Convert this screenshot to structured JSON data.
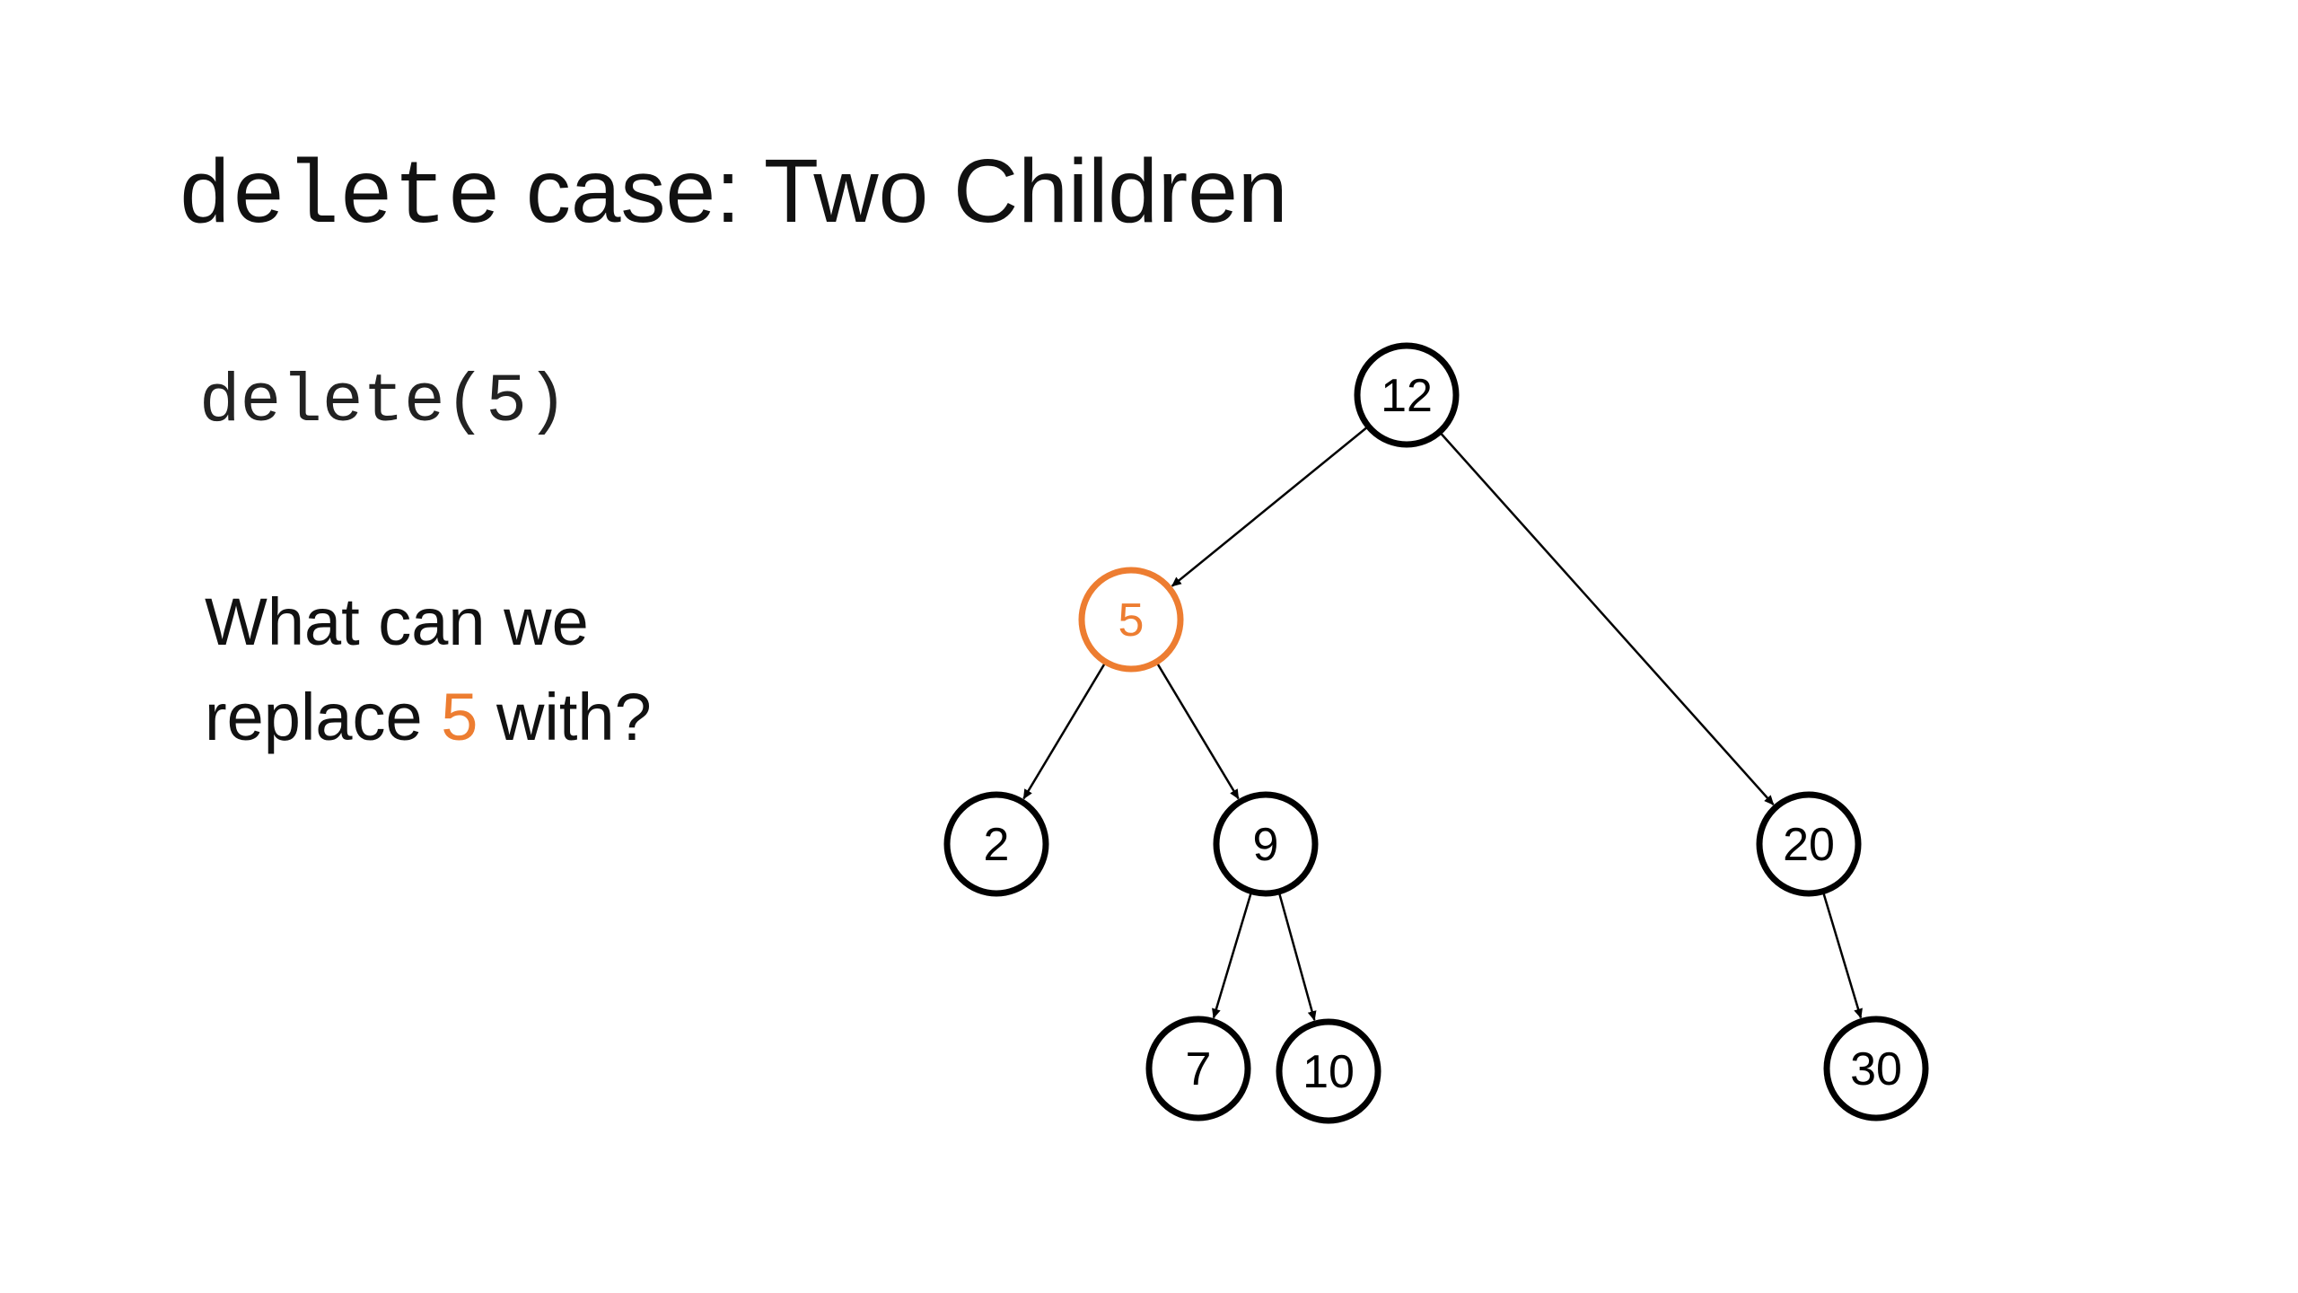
{
  "title": {
    "code_part": "delete",
    "text_part": " case: Two Children"
  },
  "call_text": "delete(5)",
  "question": {
    "line1": "What can we",
    "line2_before": "replace ",
    "line2_value": "5",
    "line2_after": " with?"
  },
  "colors": {
    "accent": "#ED7D31",
    "node_stroke": "#000000",
    "text": "#111111"
  },
  "tree": {
    "highlighted": "5",
    "nodes": [
      {
        "id": "n12",
        "label": "12"
      },
      {
        "id": "n5",
        "label": "5"
      },
      {
        "id": "n2",
        "label": "2"
      },
      {
        "id": "n9",
        "label": "9"
      },
      {
        "id": "n20",
        "label": "20"
      },
      {
        "id": "n7",
        "label": "7"
      },
      {
        "id": "n10",
        "label": "10"
      },
      {
        "id": "n30",
        "label": "30"
      }
    ],
    "edges": [
      {
        "from": "n12",
        "to": "n5"
      },
      {
        "from": "n12",
        "to": "n20"
      },
      {
        "from": "n5",
        "to": "n2"
      },
      {
        "from": "n5",
        "to": "n9"
      },
      {
        "from": "n9",
        "to": "n7"
      },
      {
        "from": "n9",
        "to": "n10"
      },
      {
        "from": "n20",
        "to": "n30"
      }
    ]
  }
}
